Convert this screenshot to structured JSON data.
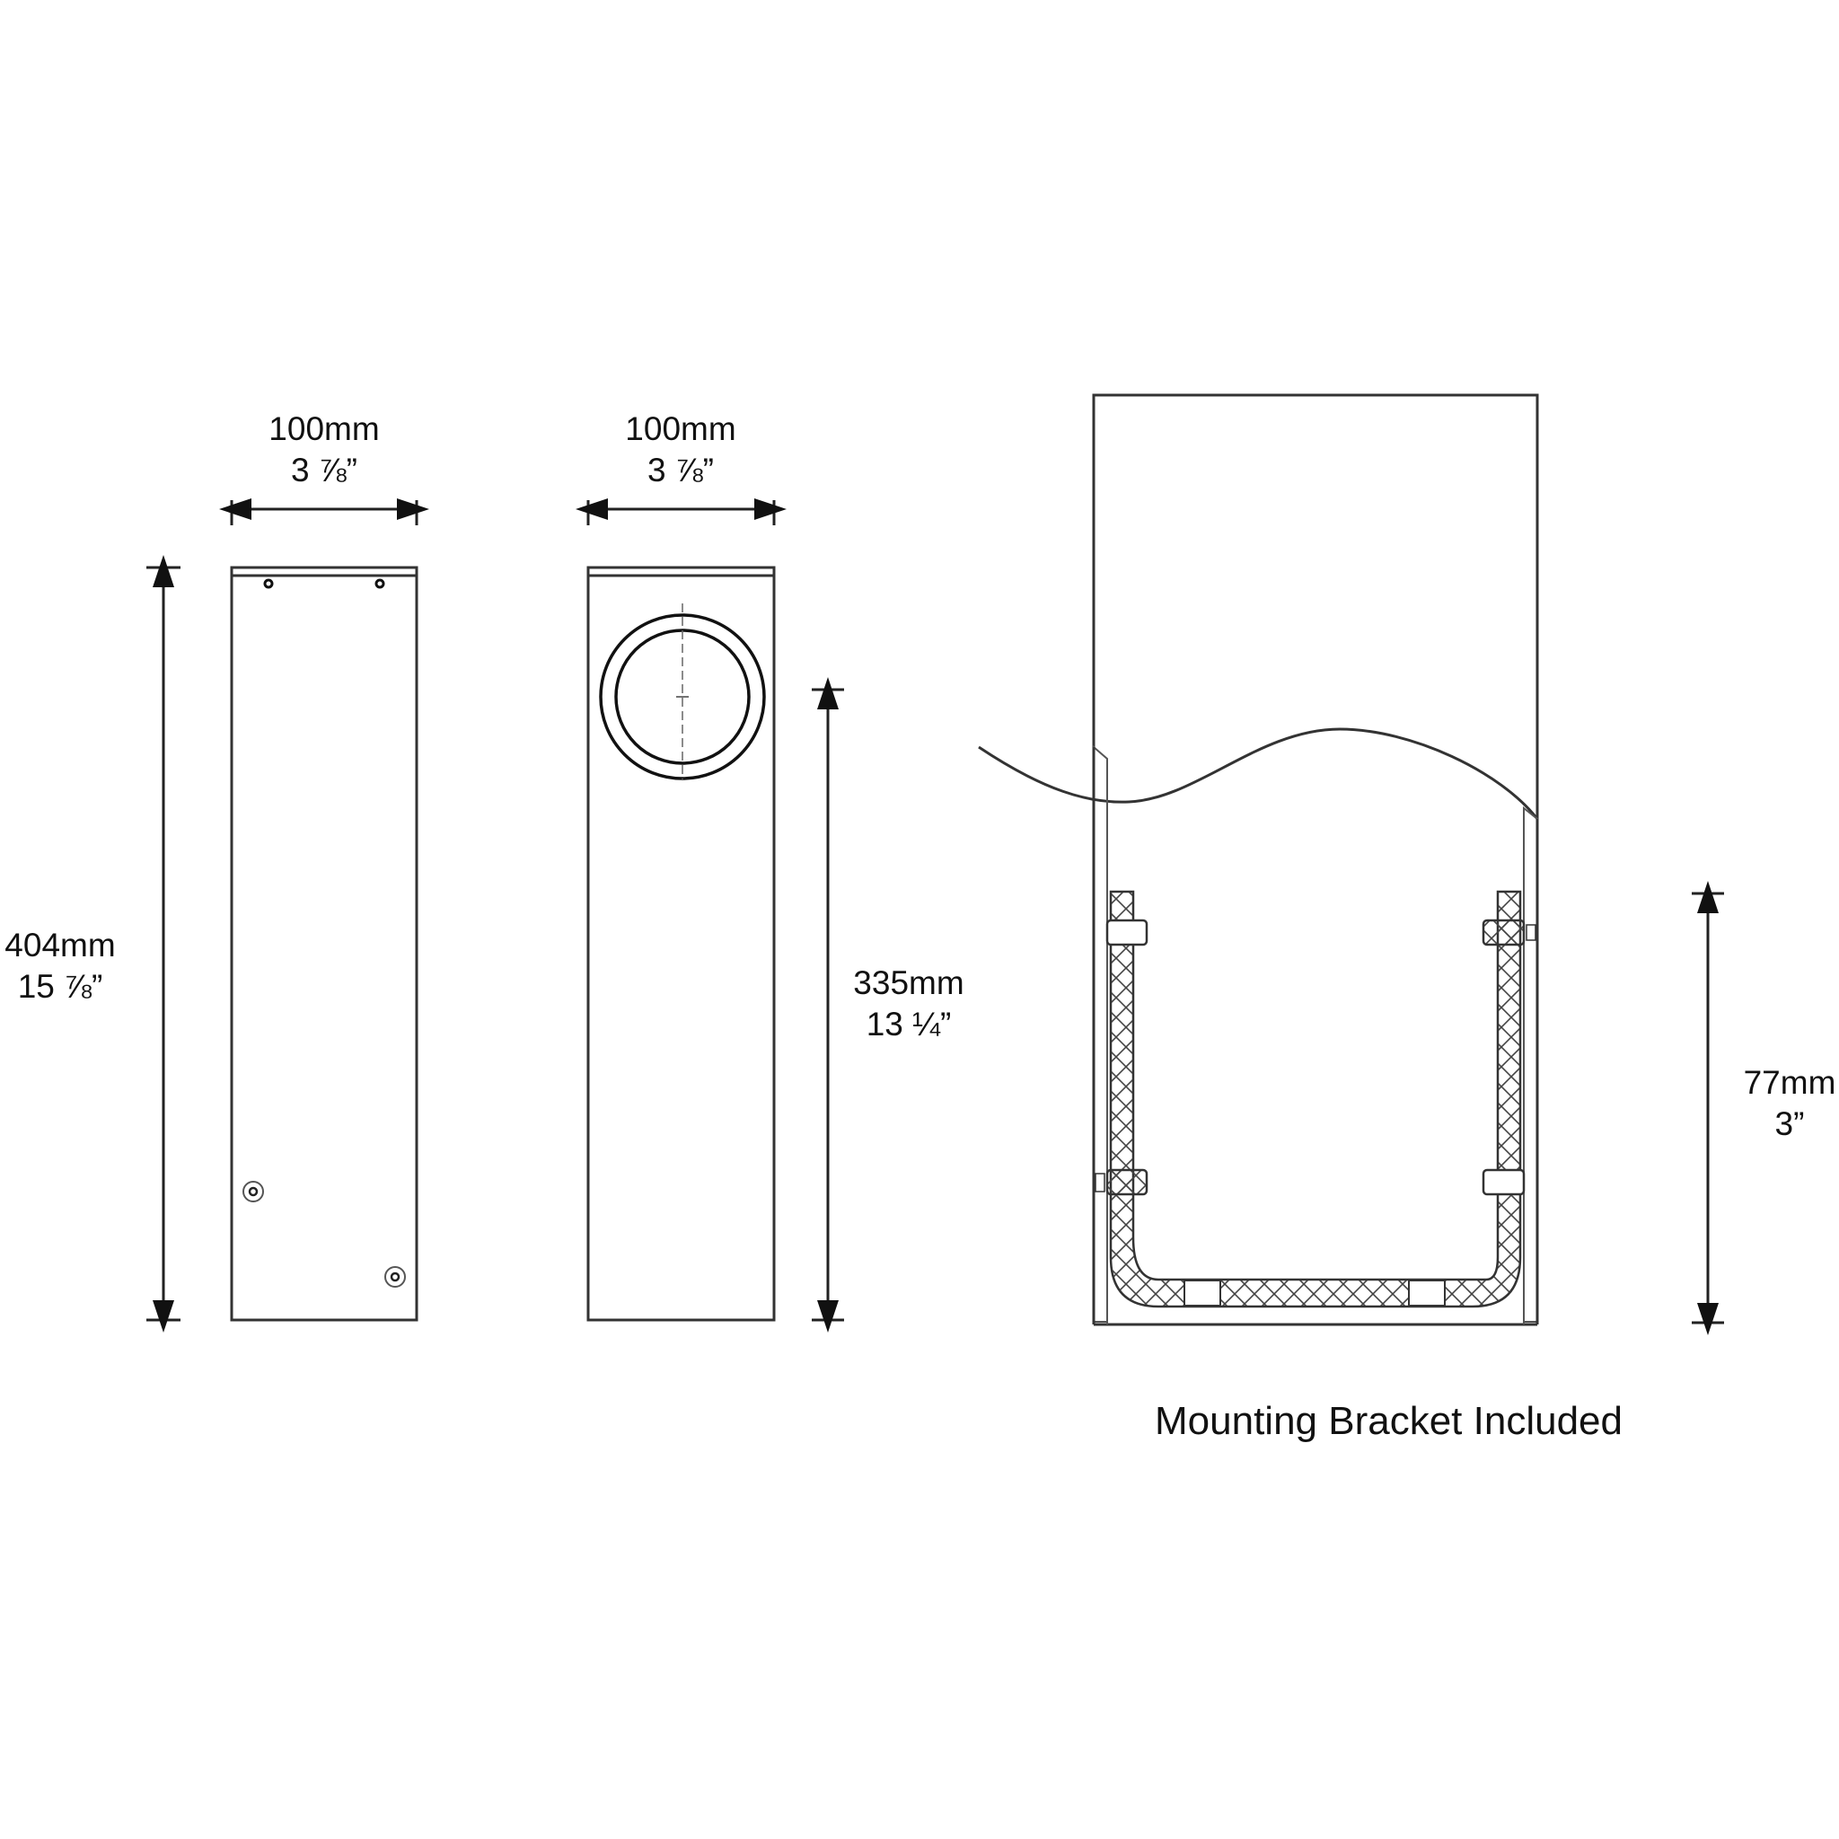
{
  "views": {
    "front_view": {
      "width_label_mm": "100mm",
      "width_label_in": "3 ⅞”",
      "height_label_mm": "404mm",
      "height_label_in": "15 ⅞”"
    },
    "side_view": {
      "width_label_mm": "100mm",
      "width_label_in": "3 ⅞”",
      "height_label_mm": "335mm",
      "height_label_in": "13 ¼”"
    },
    "bracket_section": {
      "height_label_mm": "77mm",
      "height_label_in": "3”",
      "caption": "Mounting Bracket Included"
    }
  },
  "colors": {
    "line": "#333333",
    "background": "#ffffff"
  }
}
